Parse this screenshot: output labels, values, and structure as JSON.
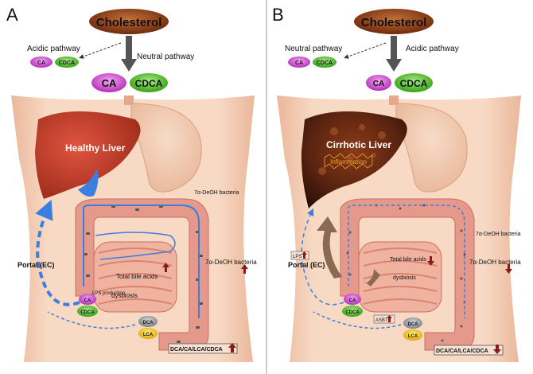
{
  "panels": [
    {
      "letter": "A",
      "source": "Cholesterol",
      "side_pathway": "Acidic pathway",
      "main_pathway": "Neutral pathway",
      "liver_label": "Healthy Liver",
      "bacteria_label": "7α-DeOH bacteria",
      "bile_label": "Total bile acids",
      "dysbiosis_label": "dysbiosis",
      "lps_label": "LPS production",
      "bacteria_right_label": "7α-DeOH bacteria",
      "portal_label": "Portal (EC)",
      "ratio_label": "DCA/CA/LCA/CDCA",
      "ratio_trend": "up"
    },
    {
      "letter": "B",
      "source": "Cholesterol",
      "side_pathway": "Neutral pathway",
      "main_pathway": "Acidic pathway",
      "liver_label": "Cirrhotic Liver",
      "inflammation_label": "Inflammation",
      "bacteria_label": "7α-DeOH bacteria",
      "bile_label": "Total bile acids",
      "dysbiosis_label": "dysbiosis",
      "lps_label": "LPS",
      "asbt_label": "ASBT",
      "bacteria_right_label": "7α-DeOH bacteria",
      "portal_label": "Portal (EC)",
      "ratio_label": "DCA/CA/LCA/CDCA",
      "ratio_trend": "down"
    }
  ],
  "acids": {
    "ca": "CA",
    "cdca": "CDCA",
    "dca": "DCA",
    "lca": "LCA"
  },
  "colors": {
    "cholesterol": "#8a3a14",
    "ca": "#d64fd8",
    "cdca": "#4fbf2c",
    "dca": "#9aa0a6",
    "lca": "#f2c200",
    "skin": "#f6d0b8",
    "healthy_liver": "#c0392b",
    "cirrhotic_liver": "#4a1e0f",
    "intestine": "#e59a8a",
    "flow": "#3a7fe0",
    "arrow_up": "#8b1a1a"
  }
}
